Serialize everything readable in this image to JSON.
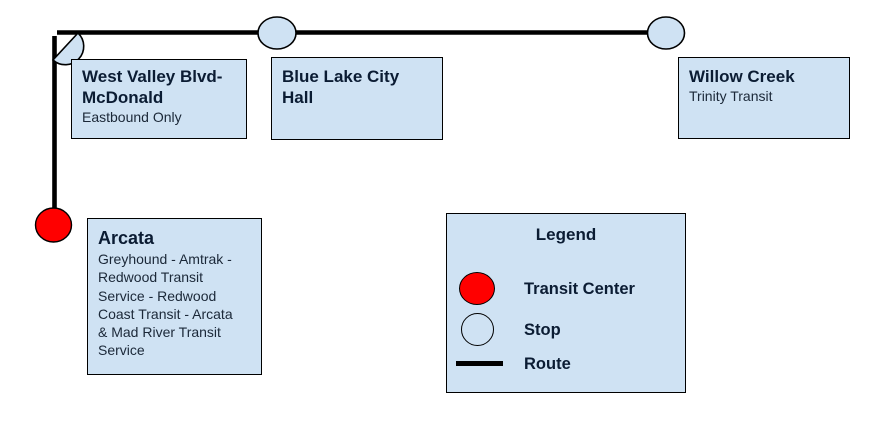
{
  "colors": {
    "box_fill": "#cfe2f3",
    "box_border": "#000000",
    "stop_fill": "#cfe2f3",
    "stop_stroke": "#000000",
    "transit_center_fill": "#ff0000",
    "route_color": "#000000",
    "title_color": "#0b1c33",
    "body_color": "#1b2838",
    "page_bg": "#ffffff"
  },
  "stops": [
    {
      "name": "West Valley Blvd-\nMcDonald",
      "details": "Eastbound Only",
      "type": "Stop"
    },
    {
      "name": "Blue Lake City\nHall",
      "details": "",
      "type": "Stop"
    },
    {
      "name": "Willow Creek",
      "details": "Trinity Transit",
      "type": "Stop"
    },
    {
      "name": "Arcata",
      "details": "Greyhound - Amtrak -\nRedwood Transit\nService - Redwood\nCoast Transit - Arcata\n& Mad River Transit\nService",
      "type": "Transit Center"
    }
  ],
  "legend": {
    "title": "Legend",
    "items": [
      {
        "marker": "transit-center-icon",
        "label": "Transit Center"
      },
      {
        "marker": "stop-icon",
        "label": "Stop"
      },
      {
        "marker": "route-line-icon",
        "label": "Route"
      }
    ]
  }
}
